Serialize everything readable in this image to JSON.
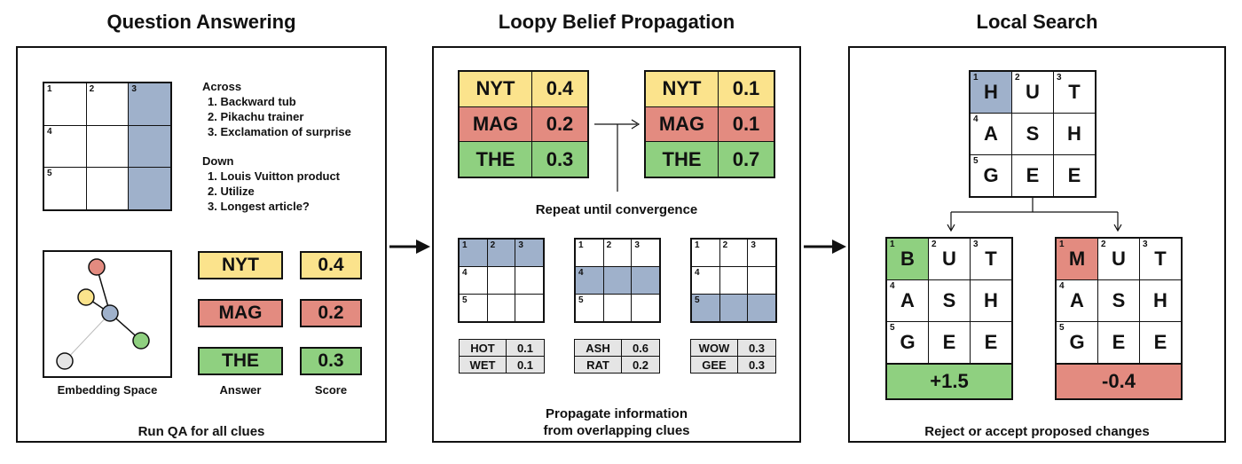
{
  "titles": {
    "qa": "Question Answering",
    "lbp": "Loopy Belief Propagation",
    "ls": "Local Search"
  },
  "qa": {
    "grid_numbers": [
      "1",
      "2",
      "3",
      "4",
      "5"
    ],
    "across_heading": "Across",
    "across": [
      "1.  Backward tub",
      "2.  Pikachu trainer",
      "3.  Exclamation of surprise"
    ],
    "down_heading": "Down",
    "down": [
      "1.  Louis Vuitton product",
      "2.  Utilize",
      "3.  Longest article?"
    ],
    "embedding_label": "Embedding Space",
    "answers": [
      "NYT",
      "MAG",
      "THE"
    ],
    "scores": [
      "0.4",
      "0.2",
      "0.3"
    ],
    "answer_label": "Answer",
    "score_label": "Score",
    "caption": "Run QA for all clues"
  },
  "lbp": {
    "before": [
      {
        "word": "NYT",
        "score": "0.4"
      },
      {
        "word": "MAG",
        "score": "0.2"
      },
      {
        "word": "THE",
        "score": "0.3"
      }
    ],
    "after": [
      {
        "word": "NYT",
        "score": "0.1"
      },
      {
        "word": "MAG",
        "score": "0.1"
      },
      {
        "word": "THE",
        "score": "0.7"
      }
    ],
    "repeat_label": "Repeat until convergence",
    "mini_tables": [
      [
        [
          "HOT",
          "0.1"
        ],
        [
          "WET",
          "0.1"
        ]
      ],
      [
        [
          "ASH",
          "0.6"
        ],
        [
          "RAT",
          "0.2"
        ]
      ],
      [
        [
          "WOW",
          "0.3"
        ],
        [
          "GEE",
          "0.3"
        ]
      ]
    ],
    "caption_line1": "Propagate information",
    "caption_line2": "from overlapping clues"
  },
  "ls": {
    "top_grid": [
      "H",
      "U",
      "T",
      "A",
      "S",
      "H",
      "G",
      "E",
      "E"
    ],
    "left_grid": [
      "B",
      "U",
      "T",
      "A",
      "S",
      "H",
      "G",
      "E",
      "E"
    ],
    "right_grid": [
      "M",
      "U",
      "T",
      "A",
      "S",
      "H",
      "G",
      "E",
      "E"
    ],
    "left_score": "+1.5",
    "right_score": "-0.4",
    "caption": "Reject or accept proposed changes"
  },
  "colors": {
    "blue": "#9fb1cb",
    "green": "#8fd080",
    "red": "#e38b80",
    "yellow": "#fbe38c",
    "gray": "#e5e5e5"
  }
}
